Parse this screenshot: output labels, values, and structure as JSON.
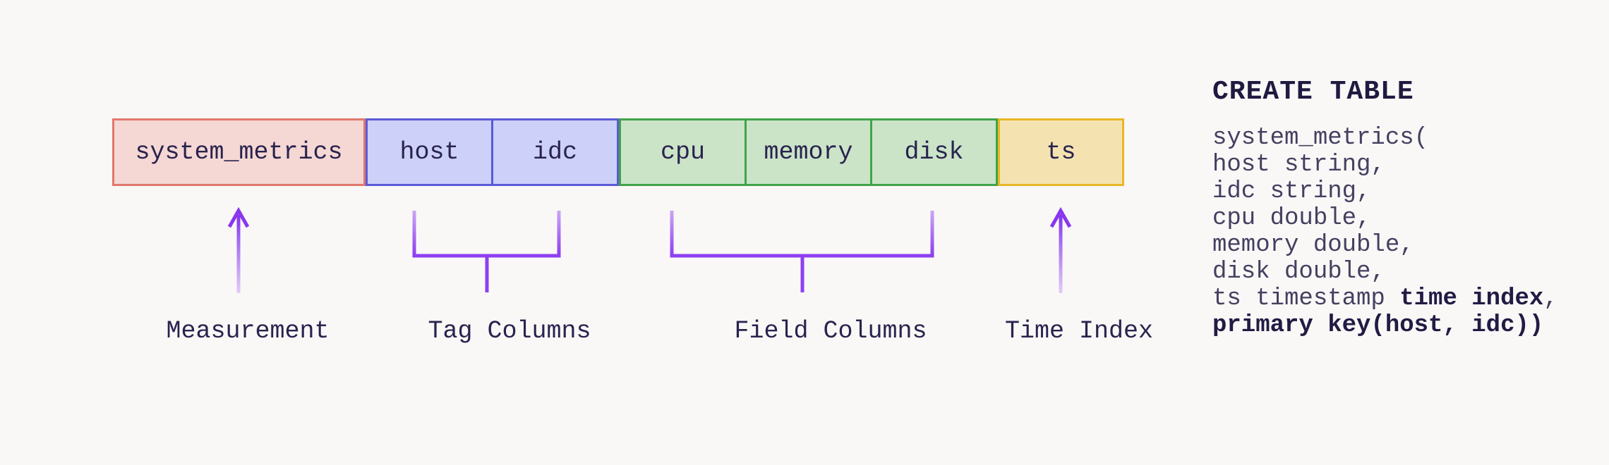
{
  "colors": {
    "background": "#f9f8f7",
    "text_navy": "#29234e",
    "accent_purple": "#8f3ff0",
    "measurement_fill": "#f5d7d4",
    "measurement_border": "#e0786c",
    "tag_fill": "#cdd0f8",
    "tag_border": "#5b5ad7",
    "field_fill": "#cbe4c8",
    "field_border": "#41a349",
    "time_fill": "#f4e3b1",
    "time_border": "#e9b726"
  },
  "diagram": {
    "measurement_cell": "system_metrics",
    "tag_cells": [
      "host",
      "idc"
    ],
    "field_cells": [
      "cpu",
      "memory",
      "disk"
    ],
    "time_cell": "ts",
    "labels": {
      "measurement": "Measurement",
      "tag": "Tag Columns",
      "field": "Field Columns",
      "time": "Time Index"
    }
  },
  "sql": {
    "title": "CREATE TABLE",
    "lines": [
      {
        "plain": "system_metrics("
      },
      {
        "plain": "host string,"
      },
      {
        "plain": "idc string,"
      },
      {
        "plain": "cpu double,"
      },
      {
        "plain": "memory double,"
      },
      {
        "plain": "disk double,"
      },
      {
        "plain": "ts timestamp ",
        "bold": "time index",
        "tail": ","
      },
      {
        "bold": "primary key(host, idc))"
      }
    ]
  }
}
